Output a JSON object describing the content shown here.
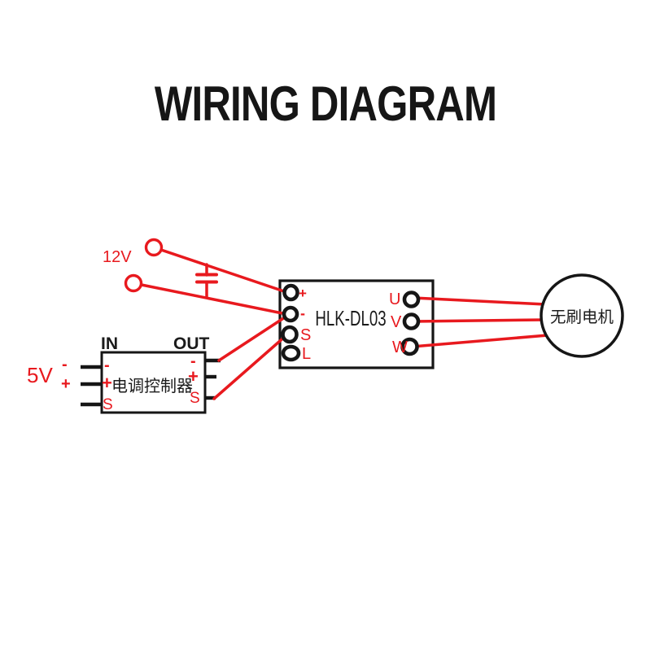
{
  "title": "WIRING DIAGRAM",
  "colors": {
    "wire_red": "#e8191e",
    "outline_black": "#161616",
    "background": "#ffffff"
  },
  "supply_12v": {
    "label": "12V"
  },
  "supply_5v": {
    "label": "5V",
    "minus": "-",
    "plus": "+"
  },
  "esc": {
    "name": "电调控制器",
    "in_label": "IN",
    "out_label": "OUT",
    "in_pins": [
      "-",
      "+",
      "S"
    ],
    "out_pins": [
      "-",
      "+",
      "S"
    ]
  },
  "driver": {
    "name": "HLK-DL03",
    "left_pins": [
      "+",
      "-",
      "S",
      "L"
    ],
    "right_pins": [
      "U",
      "V",
      "W"
    ]
  },
  "motor": {
    "name": "无刷电机"
  }
}
